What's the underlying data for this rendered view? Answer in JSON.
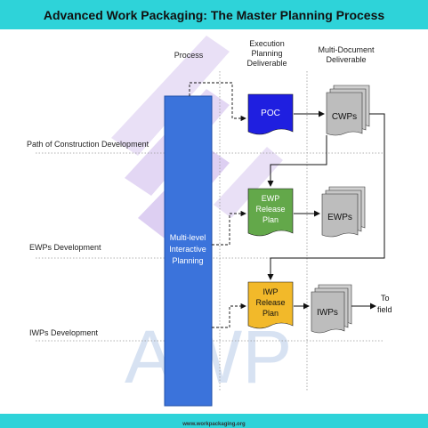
{
  "header": {
    "title": "Advanced Work Packaging: The Master Planning Process"
  },
  "columns": {
    "process": "Process",
    "execution": [
      "Execution",
      "Planning",
      "Deliverable"
    ],
    "multidoc": [
      "Multi-Document",
      "Deliverable"
    ]
  },
  "rows": {
    "path": "Path of Construction Development",
    "ewps": "EWPs Development",
    "iwps": "IWPs Development"
  },
  "central": {
    "label": [
      "Multi-level",
      "Interactive",
      "Planning"
    ]
  },
  "deliverables": {
    "poc": "POC",
    "ewp_plan": [
      "EWP",
      "Release",
      "Plan"
    ],
    "iwp_plan": [
      "IWP",
      "Release",
      "Plan"
    ]
  },
  "documents": {
    "cwps": "CWPs",
    "ewps": "EWPs",
    "iwps": "IWPs"
  },
  "to_field": [
    "To",
    "field"
  ],
  "watermark": "AWP",
  "footer": {
    "url": "www.workpackaging.org"
  },
  "colors": {
    "banner": "#2ed3d9",
    "poc": "#1f1fe0",
    "ewp_plan": "#63a84a",
    "iwp_plan": "#f2b92a",
    "central_bar": "#3b73db",
    "document": "#bdbdbd"
  }
}
